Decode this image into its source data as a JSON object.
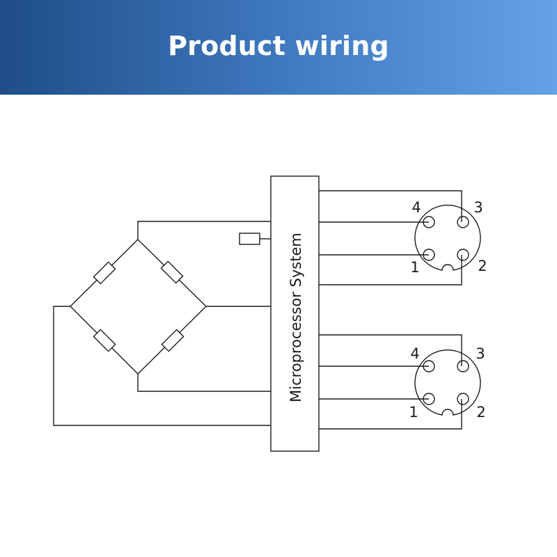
{
  "header": {
    "title": "Product wiring"
  },
  "diagram": {
    "microprocessor_label": "Microprocessor System",
    "connectors": [
      {
        "pins": {
          "p1": "1",
          "p2": "2",
          "p3": "3",
          "p4": "4"
        }
      },
      {
        "pins": {
          "p1": "1",
          "p2": "2",
          "p3": "3",
          "p4": "4"
        }
      }
    ]
  },
  "colors": {
    "header_start": "#1f4e87",
    "header_end": "#64a1e6",
    "line": "#1a1a1a"
  }
}
